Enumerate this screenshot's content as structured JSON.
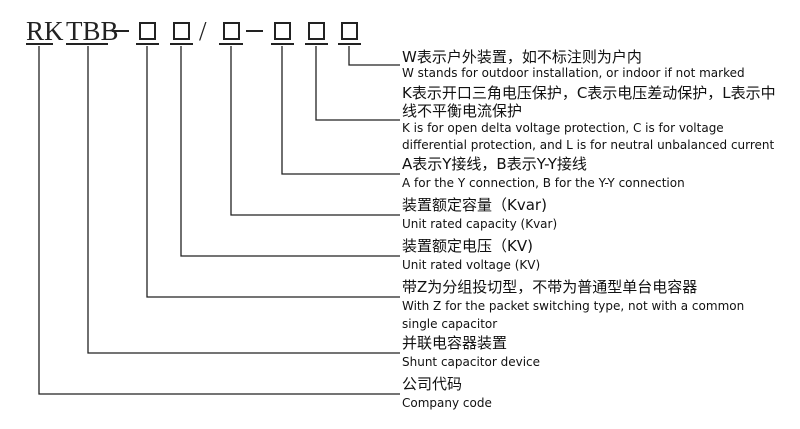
{
  "model_code": {
    "segments": [
      "RK",
      "TBB",
      "-",
      "□",
      "□",
      "/",
      "□",
      "-",
      "□",
      "□",
      "□"
    ]
  },
  "fields": [
    {
      "id": "outdoor",
      "zh": "W表示户外装置，如不标注则为户内",
      "en": [
        "W stands for outdoor installation, or indoor if not marked"
      ]
    },
    {
      "id": "protection",
      "zh_lines": [
        "K表示开口三角电压保护，C表示电压差动保护，L表示中",
        "线不平衡电流保护"
      ],
      "en": [
        "K is for open delta voltage protection, C is for voltage",
        "differential protection, and L is for neutral unbalanced current"
      ]
    },
    {
      "id": "connection",
      "zh": "A表示Y接线，B表示Y-Y接线",
      "en": [
        "A for the Y connection, B for the Y-Y connection"
      ]
    },
    {
      "id": "capacity",
      "zh": "装置额定容量（Kvar)",
      "en": [
        "Unit rated capacity (Kvar)"
      ]
    },
    {
      "id": "voltage",
      "zh": "装置额定电压（KV)",
      "en": [
        "Unit rated voltage (KV)"
      ]
    },
    {
      "id": "switching",
      "zh": "带Z为分组投切型，不带为普通型单台电容器",
      "en": [
        "With Z for the packet switching type, not with a common",
        "single capacitor"
      ]
    },
    {
      "id": "device",
      "zh": "并联电容器装置",
      "en": [
        "Shunt capacitor device"
      ]
    },
    {
      "id": "company",
      "zh": "公司代码",
      "en": [
        "Company code"
      ]
    }
  ]
}
